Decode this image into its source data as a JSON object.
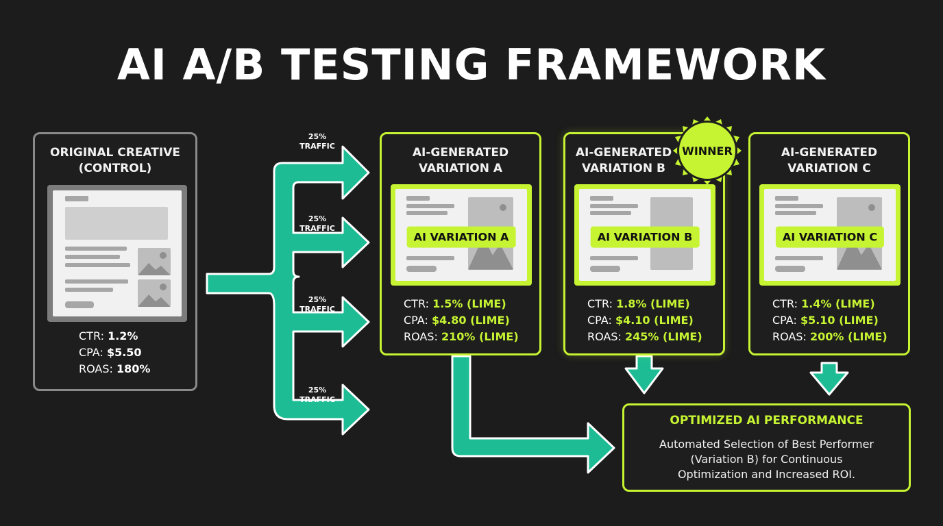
{
  "title": "AI A/B TESTING FRAMEWORK",
  "colors": {
    "background": "#1c1c1c",
    "lime": "#c6f432",
    "teal": "#1dbc95",
    "control_border": "#8a8a8a"
  },
  "control": {
    "title_line1": "ORIGINAL CREATIVE",
    "title_line2": "(CONTROL)",
    "ctr_label": "CTR:",
    "ctr_value": "1.2%",
    "cpa_label": "CPA:",
    "cpa_value": "$5.50",
    "roas_label": "ROAS:",
    "roas_value": "180%"
  },
  "traffic_labels": [
    {
      "pct": "25%",
      "word": "TRAFFIC"
    },
    {
      "pct": "25%",
      "word": "TRAFFIC"
    },
    {
      "pct": "25%",
      "word": "TRAFFIC"
    },
    {
      "pct": "25%",
      "word": "TRAFFIC"
    }
  ],
  "variations": [
    {
      "title_line1": "AI-GENERATED",
      "title_line2": "VARIATION A",
      "tag": "AI VARIATION A",
      "ctr_label": "CTR:",
      "ctr_value": "1.5% (LIME)",
      "cpa_label": "CPA:",
      "cpa_value": "$4.80 (LIME)",
      "roas_label": "ROAS:",
      "roas_value": "210% (LIME)"
    },
    {
      "title_line1": "AI-GENERATED",
      "title_line2": "VARIATION B",
      "tag": "AI VARIATION B",
      "ctr_label": "CTR:",
      "ctr_value": "1.8% (LIME)",
      "cpa_label": "CPA:",
      "cpa_value": "$4.10 (LIME)",
      "roas_label": "ROAS:",
      "roas_value": "245% (LIME)"
    },
    {
      "title_line1": "AI-GENERATED",
      "title_line2": "VARIATION C",
      "tag": "AI VARIATION C",
      "ctr_label": "CTR:",
      "ctr_value": "1.4% (LIME)",
      "cpa_label": "CPA:",
      "cpa_value": "$5.10 (LIME)",
      "roas_label": "ROAS:",
      "roas_value": "200% (LIME)"
    }
  ],
  "winner_badge": "WINNER",
  "result": {
    "title": "OPTIMIZED AI PERFORMANCE",
    "line1": "Automated Selection of Best Performer",
    "line2": "(Variation B) for Continuous",
    "line3": "Optimization and Increased ROI."
  },
  "icons": [
    "starburst-badge-icon",
    "image-placeholder-icon",
    "flow-arrow-icon"
  ]
}
